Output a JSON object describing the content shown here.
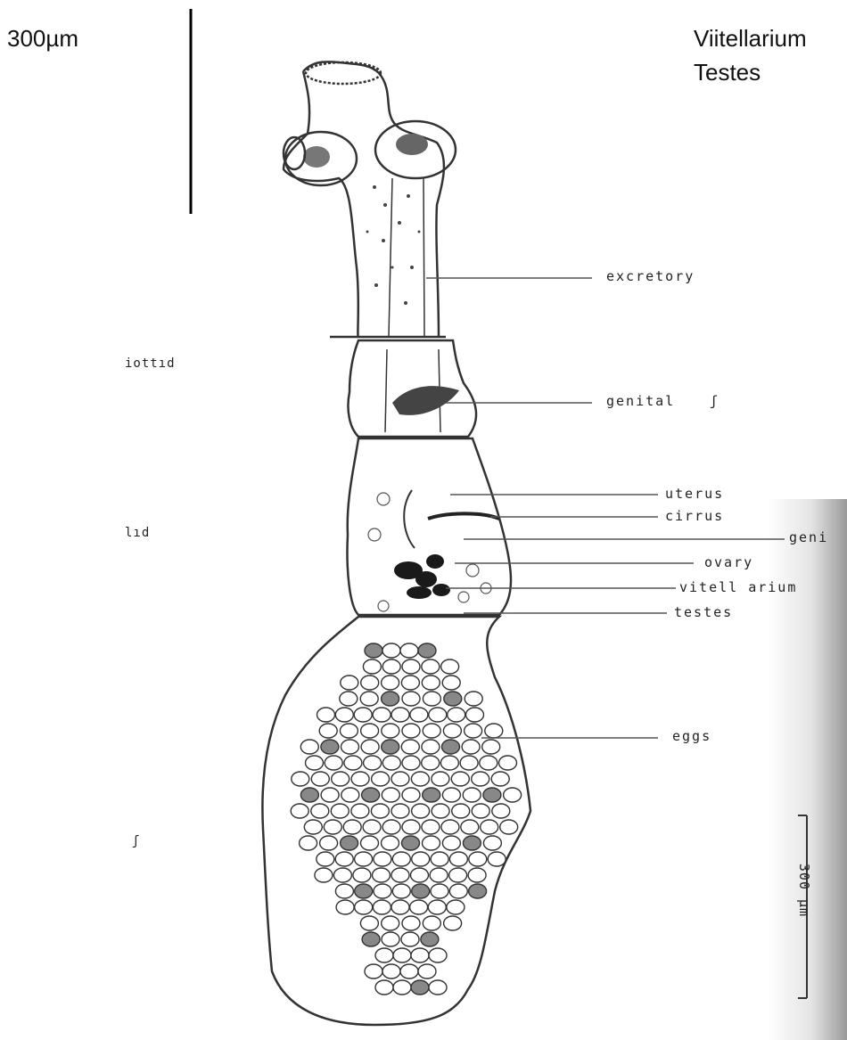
{
  "scale_top": {
    "label": "300µm"
  },
  "legend_top": {
    "line1": "Viitellarium",
    "line2": "Testes"
  },
  "side_fragments": [
    "iottıd",
    "lıd",
    "ʃ"
  ],
  "labels": {
    "excretory": "excretory",
    "genital": "genital",
    "genital_suffix": "ʃ",
    "uterus": "uterus",
    "cirrus": "cirrus",
    "genital_cut": "geni",
    "ovary": "ovary",
    "vitellarium": "vitell arium",
    "testes": "testes",
    "eggs": "eggs"
  },
  "scale_right": {
    "label": "300 µm"
  }
}
